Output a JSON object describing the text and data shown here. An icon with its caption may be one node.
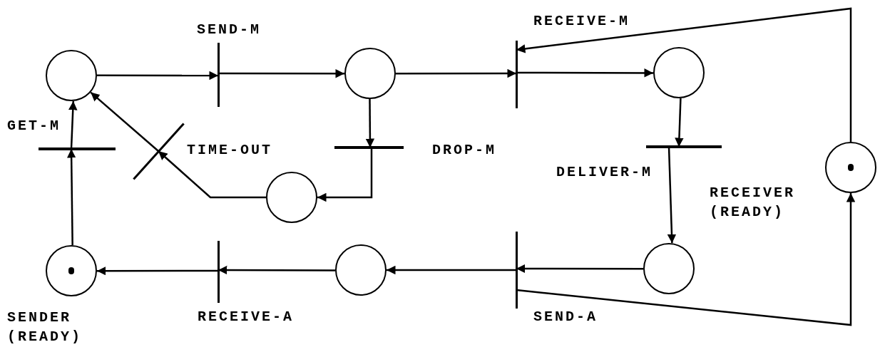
{
  "diagram": {
    "nodes": [
      {
        "text": [],
        "shape": "circle"
      },
      {
        "text": [],
        "shape": "bar",
        "beside": [
          "SEND-M"
        ]
      },
      {
        "text": [],
        "shape": "circle"
      },
      {
        "text": [],
        "shape": "bar",
        "beside": [
          "RECEIVE-M"
        ]
      },
      {
        "text": [],
        "shape": "circle"
      },
      {
        "text": [],
        "shape": "bar",
        "beside": [
          "GET-M"
        ]
      },
      {
        "text": [],
        "shape": "bar",
        "beside": [
          "TIME-OUT"
        ]
      },
      {
        "text": [],
        "shape": "bar",
        "beside": [
          "DROP-M"
        ]
      },
      {
        "text": [],
        "shape": "bar",
        "beside": [
          "DELIVER-M"
        ]
      },
      {
        "text": [],
        "shape": "circle"
      },
      {
        "text": [],
        "shape": "circle",
        "beside": [
          "RECEIVER (READY)"
        ]
      },
      {
        "text": [],
        "shape": "circle",
        "beside": [
          "SENDER (READY)"
        ]
      },
      {
        "text": [],
        "shape": "bar",
        "beside": [
          "RECEIVE-A"
        ]
      },
      {
        "text": [],
        "shape": "circle"
      },
      {
        "text": [],
        "shape": "bar",
        "beside": [
          "SEND-A"
        ]
      },
      {
        "text": [],
        "shape": "circle"
      }
    ],
    "edges": [
      {
        "from": 0,
        "to": 1,
        "arrow": "to"
      },
      {
        "from": 1,
        "to": 2,
        "arrow": "to"
      },
      {
        "from": 2,
        "to": 3,
        "arrow": "to"
      },
      {
        "from": 3,
        "to": 4,
        "arrow": "to"
      },
      {
        "from": 2,
        "to": 7,
        "arrow": "to"
      },
      {
        "from": 7,
        "to": 9,
        "arrow": "to"
      },
      {
        "from": 9,
        "to": 6,
        "arrow": "to"
      },
      {
        "from": 6,
        "to": 0,
        "arrow": "to"
      },
      {
        "from": 4,
        "to": 8,
        "arrow": "to"
      },
      {
        "from": 8,
        "to": 15,
        "arrow": "to"
      },
      {
        "from": 15,
        "to": 14,
        "arrow": "to"
      },
      {
        "from": 14,
        "to": 13,
        "arrow": "to"
      },
      {
        "from": 13,
        "to": 12,
        "arrow": "to"
      },
      {
        "from": 12,
        "to": 11,
        "arrow": "to"
      },
      {
        "from": 11,
        "to": 5,
        "arrow": "to"
      },
      {
        "from": 5,
        "to": 0,
        "arrow": "to"
      },
      {
        "from": 14,
        "to": 10,
        "arrow": "to"
      },
      {
        "from": 10,
        "to": 3,
        "arrow": "to"
      }
    ]
  }
}
